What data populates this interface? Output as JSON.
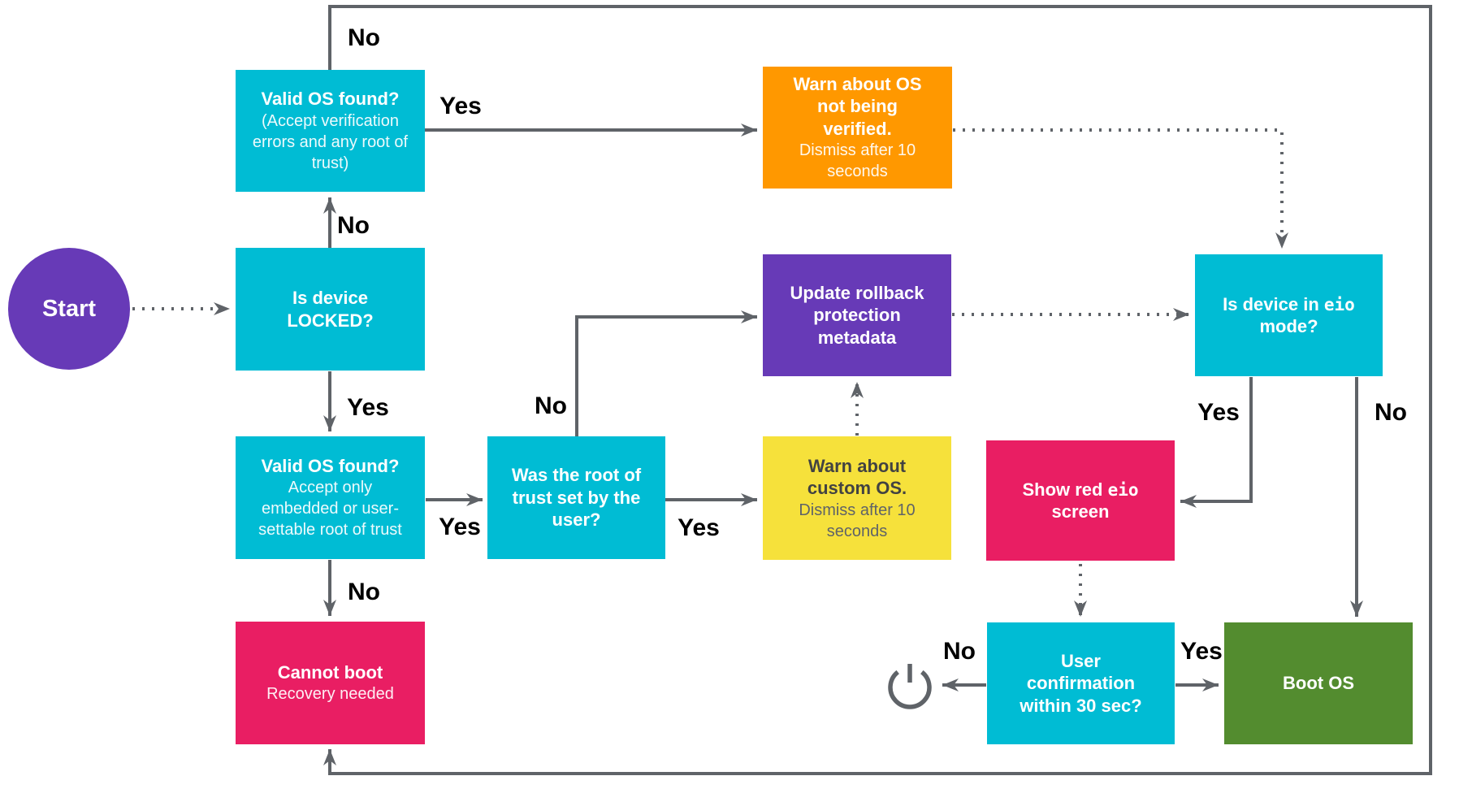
{
  "nodes": {
    "start": {
      "label": "Start"
    },
    "valid_os_locked": {
      "title": "Valid OS found?",
      "subtitle": "(Accept verification errors and any root of trust)"
    },
    "warn_os_not_verified": {
      "title": "Warn about OS not being verified.",
      "subtitle": "Dismiss after 10 seconds"
    },
    "is_device_locked": {
      "title": "Is device LOCKED?"
    },
    "update_rollback": {
      "title": "Update rollback protection metadata"
    },
    "is_device_eio": {
      "title_prefix": "Is device in ",
      "title_mono": "eio",
      "title_suffix": " mode?"
    },
    "valid_os_unlocked": {
      "title": "Valid OS found?",
      "subtitle": "Accept only embedded or user-settable root of trust"
    },
    "was_root_user": {
      "title": "Was the root of trust set by the user?"
    },
    "warn_custom_os": {
      "title": "Warn about custom OS.",
      "subtitle": "Dismiss after 10 seconds"
    },
    "show_red_eio": {
      "title_prefix": "Show red ",
      "title_mono": "eio",
      "title_suffix": " screen"
    },
    "cannot_boot": {
      "title": "Cannot boot",
      "subtitle": "Recovery needed"
    },
    "user_confirmation": {
      "title": "User confirmation within 30 sec?"
    },
    "boot_os": {
      "title": "Boot OS"
    }
  },
  "edge_labels": {
    "valid_os_locked_no": "No",
    "valid_os_locked_yes": "Yes",
    "is_device_locked_no": "No",
    "is_device_locked_yes": "Yes",
    "valid_os_unlocked_yes": "Yes",
    "valid_os_unlocked_no": "No",
    "was_root_user_no": "No",
    "was_root_user_yes": "Yes",
    "is_device_eio_yes": "Yes",
    "is_device_eio_no": "No",
    "user_confirmation_no": "No",
    "user_confirmation_yes": "Yes"
  },
  "icons": {
    "power": "power-icon"
  },
  "colors": {
    "cyan": "#00BCD4",
    "orange": "#FF9800",
    "yellow": "#F6E13B",
    "purple": "#673AB7",
    "pink": "#E91E63",
    "green": "#538C2F",
    "line": "#5F6368",
    "label": "#000000"
  }
}
